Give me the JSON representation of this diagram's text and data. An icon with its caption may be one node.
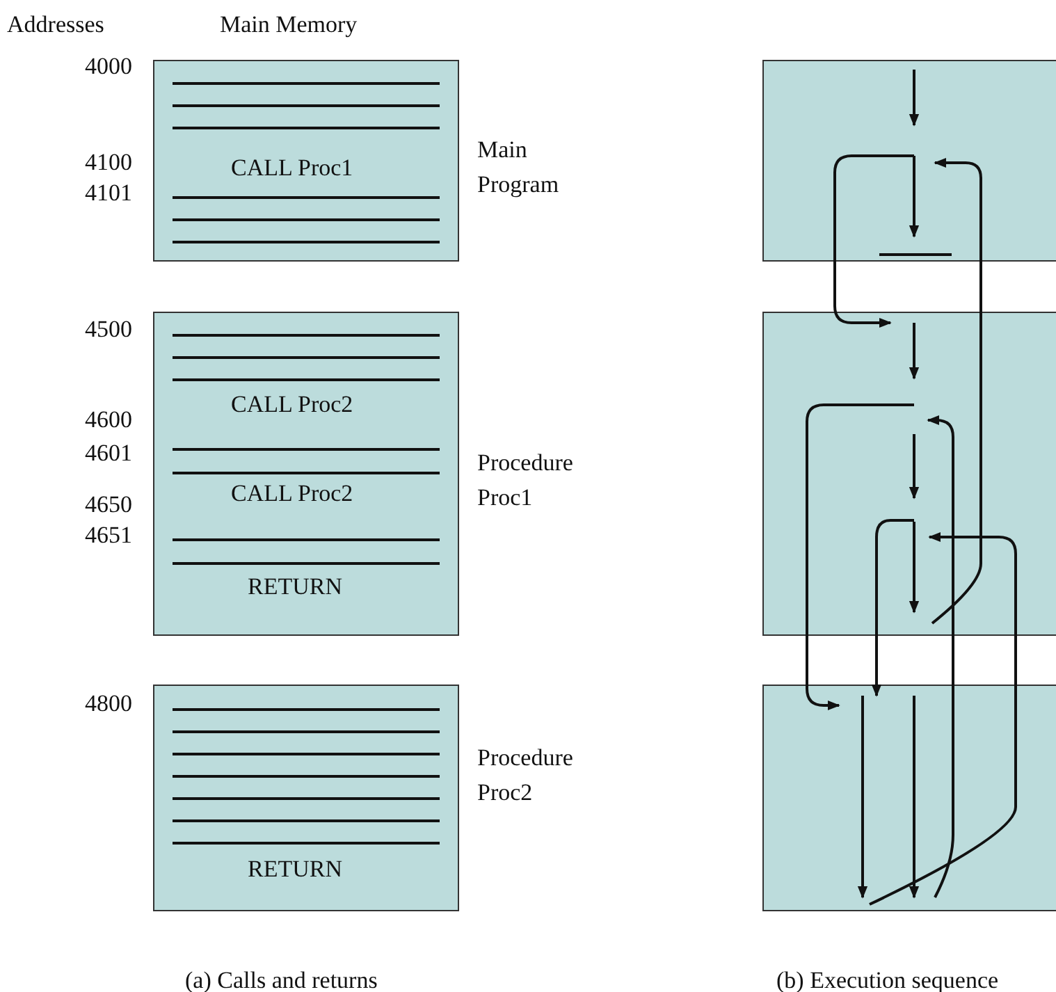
{
  "diagram": {
    "nodes": [
      {
        "text": [
          "CALL Proc1"
        ],
        "beside": [
          "Main Program"
        ]
      },
      {
        "text": [
          "CALL Proc2",
          "CALL Proc2",
          "RETURN"
        ],
        "beside": [
          "Procedure Proc1"
        ]
      },
      {
        "text": [
          "RETURN"
        ],
        "beside": [
          "Procedure Proc2"
        ]
      },
      {
        "text": [],
        "shape": "box"
      },
      {
        "text": [],
        "shape": "box"
      },
      {
        "text": [],
        "shape": "box"
      }
    ],
    "edges": [
      {
        "from": 3,
        "to": 4,
        "arrow": "to"
      },
      {
        "from": 4,
        "to": 3,
        "arrow": "to"
      },
      {
        "from": 4,
        "to": 5,
        "arrow": "to"
      },
      {
        "from": 5,
        "to": 4,
        "arrow": "to"
      },
      {
        "from": 4,
        "to": 5,
        "arrow": "to"
      },
      {
        "from": 5,
        "to": 4,
        "arrow": "to"
      }
    ],
    "labels": [
      "Addresses",
      "Main Memory",
      "4000",
      "4100",
      "4101",
      "4500",
      "4600",
      "4601",
      "4650",
      "4651",
      "4800",
      "(a) Calls and returns",
      "(b) Execution sequence"
    ]
  }
}
